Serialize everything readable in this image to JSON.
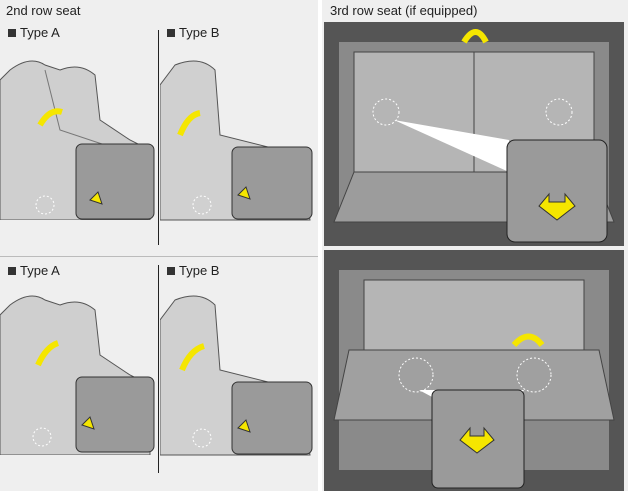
{
  "left": {
    "title": "2nd row seat",
    "top_a": "Type A",
    "top_b": "Type B",
    "bottom_a": "Type A",
    "bottom_b": "Type B"
  },
  "right": {
    "title": "3rd row seat (if equipped)"
  },
  "colors": {
    "arrow": "#f5e600",
    "panel": "#efefef"
  }
}
